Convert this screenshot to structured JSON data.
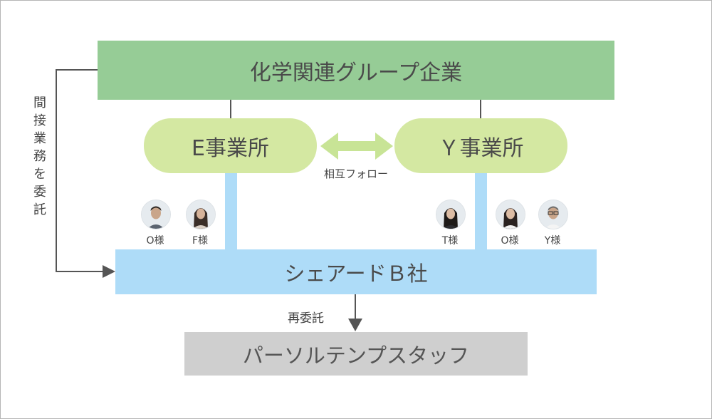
{
  "diagram": {
    "group": {
      "label": "化学関連グループ企業"
    },
    "offices": [
      {
        "label": "E事業所"
      },
      {
        "label": "Ｙ事業所"
      }
    ],
    "mutual_follow_label": "相互フォロー",
    "shared": {
      "label": "シェアードＢ社"
    },
    "temp": {
      "label": "パーソルテンプスタッフ"
    },
    "indirect_label": "間接業務を委託",
    "recommission_label": "再委託",
    "people": [
      {
        "label": "O様",
        "hair": "short"
      },
      {
        "label": "F様",
        "hair": "long"
      },
      {
        "label": "T様",
        "hair": "long"
      },
      {
        "label": "O様",
        "hair": "long"
      },
      {
        "label": "Y様",
        "hair": "short-glasses"
      }
    ],
    "colors": {
      "group": "#96cc96",
      "office": "#d4e8a2",
      "shared": "#aedcf8",
      "temp": "#cfcfcf",
      "mutual_arrow": "#c8e496",
      "line": "#555555"
    }
  }
}
